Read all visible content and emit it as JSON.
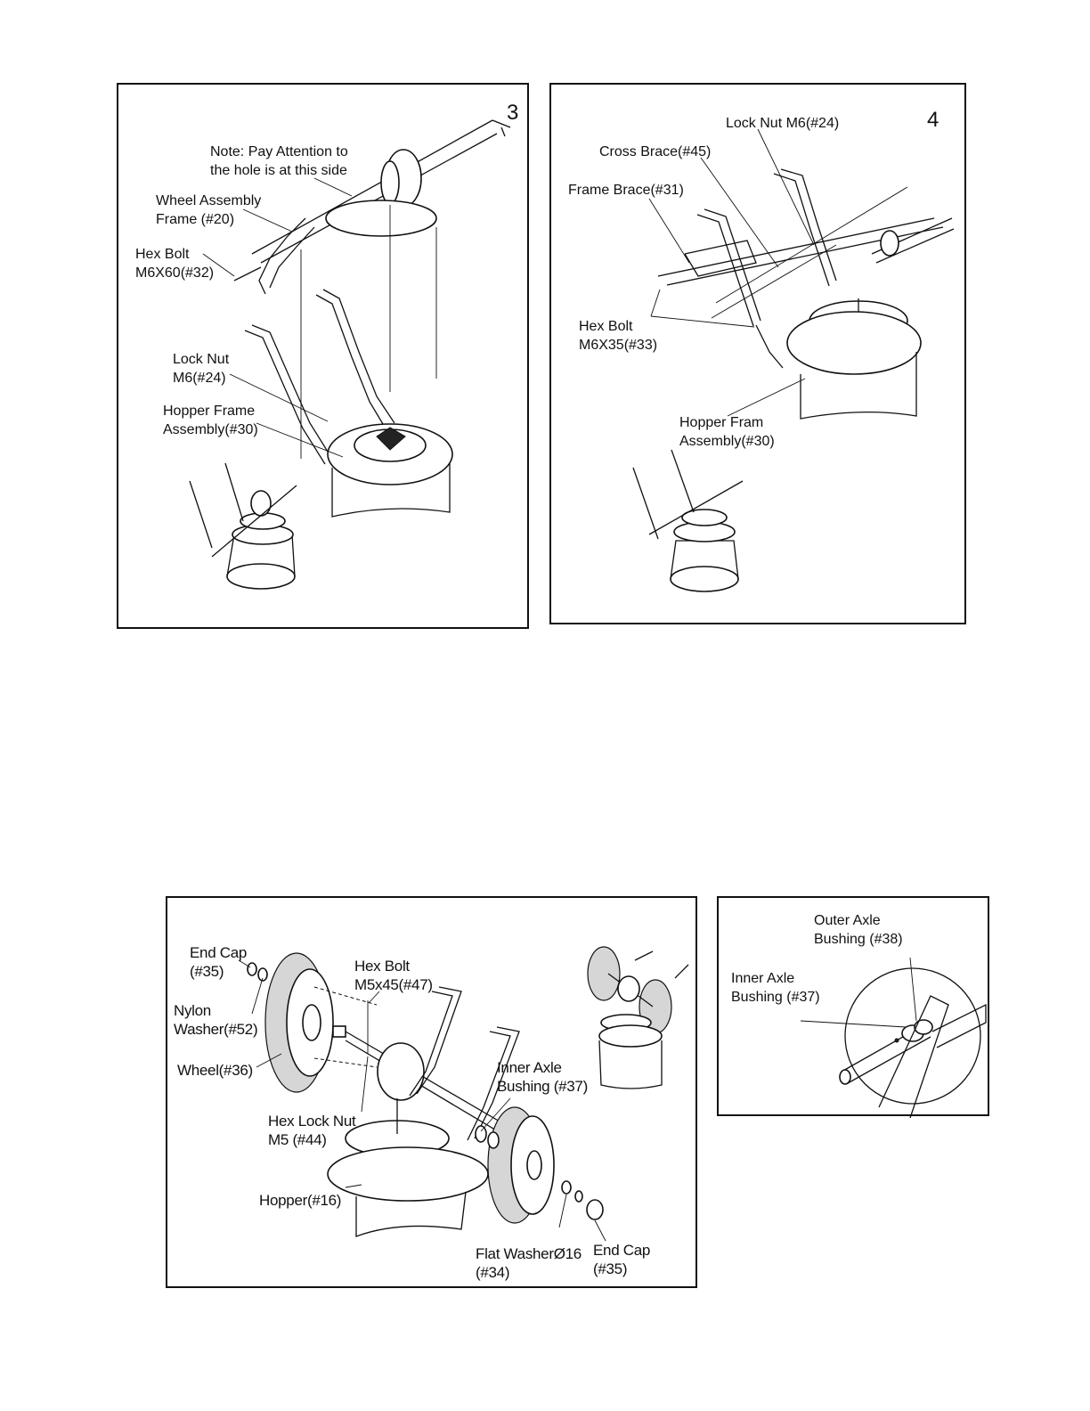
{
  "panel3": {
    "step": "3",
    "labels": {
      "note": "Note: Pay Attention to\nthe hole is at this side",
      "wheel_frame": "Wheel Assembly\nFrame (#20)",
      "hex_bolt": "Hex Bolt\nM6X60(#32)",
      "lock_nut": "Lock Nut\nM6(#24)",
      "hopper_frame": "Hopper Frame\nAssembly(#30)"
    }
  },
  "panel4": {
    "step": "4",
    "labels": {
      "lock_nut": "Lock Nut M6(#24)",
      "cross_brace": "Cross Brace(#45)",
      "frame_brace": "Frame Brace(#31)",
      "hex_bolt": "Hex Bolt\nM6X35(#33)",
      "hopper_frame": "Hopper Fram\nAssembly(#30)"
    }
  },
  "panel5": {
    "labels": {
      "end_cap_left": "End Cap\n(#35)",
      "nylon_washer": "Nylon\nWasher(#52)",
      "wheel": "Wheel(#36)",
      "hex_bolt": "Hex Bolt\nM5x45(#47)",
      "inner_axle_bushing": "Inner Axle\nBushing (#37)",
      "hex_lock_nut": "Hex Lock Nut\nM5 (#44)",
      "hopper": "Hopper(#16)",
      "flat_washer": "Flat WasherØ16\n(#34)",
      "end_cap_right": "End Cap\n(#35)"
    }
  },
  "panel6": {
    "labels": {
      "outer_axle_bushing": "Outer Axle\nBushing (#38)",
      "inner_axle_bushing": "Inner Axle\nBushing (#37)"
    }
  }
}
